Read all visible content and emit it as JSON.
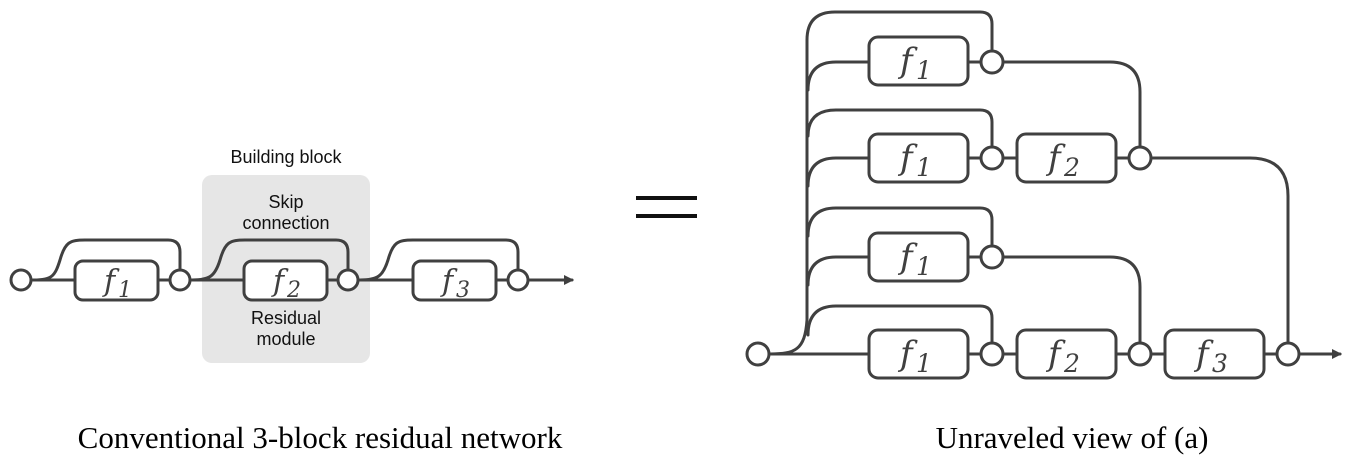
{
  "left_panel": {
    "caption": "Conventional 3-block residual network",
    "building_block_label": "Building block",
    "skip_label_line1": "Skip",
    "skip_label_line2": "connection",
    "residual_label_line1": "Residual",
    "residual_label_line2": "module",
    "blocks": [
      {
        "fn": "f",
        "sub": "1"
      },
      {
        "fn": "f",
        "sub": "2"
      },
      {
        "fn": "f",
        "sub": "3"
      }
    ]
  },
  "equals_sign": "=",
  "right_panel": {
    "caption": "Unraveled view of (a)",
    "rows": [
      {
        "blocks": [
          {
            "fn": "f",
            "sub": "1"
          }
        ]
      },
      {
        "blocks": [
          {
            "fn": "f",
            "sub": "1"
          },
          {
            "fn": "f",
            "sub": "2"
          }
        ]
      },
      {
        "blocks": [
          {
            "fn": "f",
            "sub": "1"
          }
        ]
      },
      {
        "blocks": [
          {
            "fn": "f",
            "sub": "1"
          },
          {
            "fn": "f",
            "sub": "2"
          },
          {
            "fn": "f",
            "sub": "3"
          }
        ]
      }
    ]
  },
  "colors": {
    "stroke": "#404040",
    "block_highlight": "#e6e6e6"
  }
}
